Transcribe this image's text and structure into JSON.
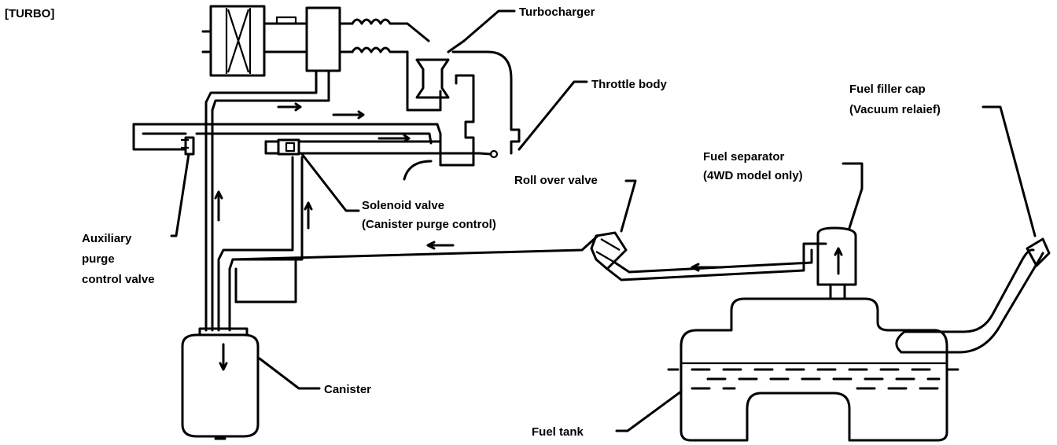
{
  "title": "[TURBO]",
  "labels": {
    "turbocharger": "Turbocharger",
    "throttle_body": "Throttle body",
    "fuel_filler_cap_1": "Fuel filler cap",
    "fuel_filler_cap_2": "(Vacuum relaief)",
    "fuel_separator_1": "Fuel separator",
    "fuel_separator_2": "(4WD model only)",
    "roll_over_valve": "Roll over valve",
    "solenoid_valve_1": "Solenoid valve",
    "solenoid_valve_2": "(Canister purge control)",
    "aux_valve_1": "Auxiliary",
    "aux_valve_2": "purge",
    "aux_valve_3": "control valve",
    "canister": "Canister",
    "fuel_tank": "Fuel tank"
  }
}
